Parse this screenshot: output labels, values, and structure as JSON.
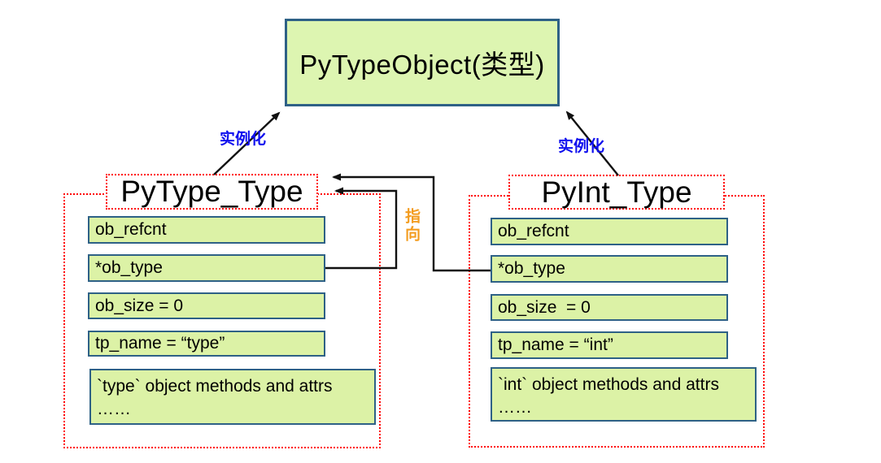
{
  "diagram": {
    "top_box": {
      "label": "PyTypeObject(类型)"
    },
    "left_struct": {
      "title": "PyType_Type",
      "fields": [
        "ob_refcnt",
        "*ob_type",
        "ob_size = 0",
        "tp_name = “type”"
      ],
      "methods_line1": "`type` object methods and attrs",
      "methods_line2": "……"
    },
    "right_struct": {
      "title": "PyInt_Type",
      "fields": [
        "ob_refcnt",
        "*ob_type",
        "ob_size  = 0",
        "tp_name = “int”"
      ],
      "methods_line1": "`int` object methods and attrs",
      "methods_line2": "……"
    },
    "labels": {
      "instantiate_left": "实例化",
      "instantiate_right": "实例化",
      "points_to": "指向"
    },
    "colors": {
      "box_fill": "#dcf2a6",
      "box_border": "#2e6186",
      "dotted_border": "#ff0000",
      "instantiate_text": "#0f0fee",
      "points_to_text": "#f39c1f"
    }
  }
}
